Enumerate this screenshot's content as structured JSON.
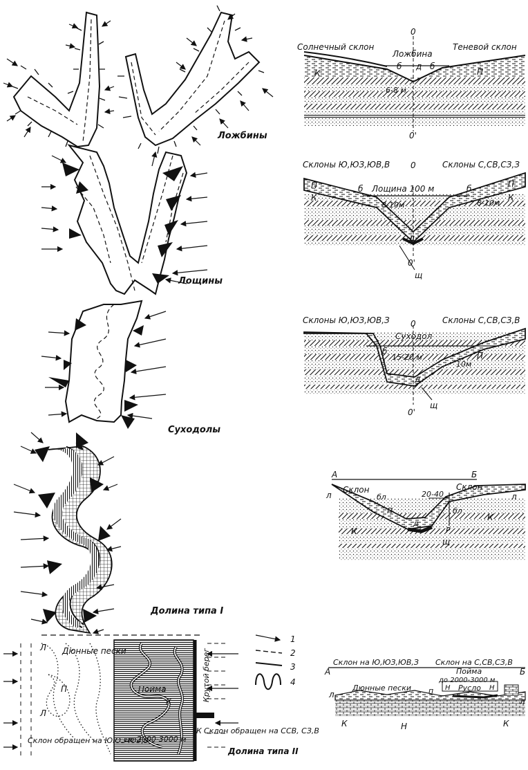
{
  "panel1": {
    "caption": "Ложбины",
    "section": {
      "left_slope": "Солнечный склон",
      "center": "Ложбина",
      "right_slope": "Теневой склон",
      "depth": "6-8 м",
      "axis_top": "0",
      "axis_bottom": "0'",
      "k": "К",
      "p": "П",
      "b1": "б",
      "b2": "б",
      "d": "д"
    }
  },
  "panel2": {
    "caption": "Лощины",
    "section": {
      "left_slopes": "Склоны Ю,ЮЗ,ЮВ,В",
      "right_slopes": "Склоны С,СВ,СЗ,З",
      "center": "Лощина 100 м",
      "depth_left": "8-10м",
      "depth_right": "8-10м",
      "axis_top": "0",
      "axis_bottom": "0'",
      "b1": "б",
      "b2": "б",
      "p1": "П",
      "p2": "П",
      "k1": "К",
      "k2": "К",
      "d": "д",
      "sch": "щ"
    }
  },
  "panel3": {
    "caption": "Суходолы",
    "section": {
      "left_slopes": "Склоны Ю,ЮЗ,ЮВ,З",
      "right_slopes": "Склоны С,СВ,СЗ,В",
      "center": "Суходол",
      "depth_left": "15-20 м",
      "depth_right": "10м",
      "axis_top": "0",
      "axis_bottom": "0'",
      "b": "б",
      "p": "П",
      "d": "д",
      "sch": "щ"
    }
  },
  "panel4": {
    "caption": "Долина типа I",
    "section": {
      "a": "А",
      "b_letter": "Б",
      "slope_left": "Склон",
      "slope_right": "Склон",
      "bl1": "бл",
      "bl2": "бл",
      "depth": "20-40",
      "l1": "л",
      "l2": "л",
      "p": "П",
      "k1": "К",
      "k2": "К",
      "d": "д",
      "r": "Р",
      "sch": "щ"
    }
  },
  "panel5": {
    "caption": "Долина типа II",
    "map": {
      "dune": "Дюнные пески",
      "floodplain": "Пойма",
      "width": "до 2000-3000 м",
      "steep_bank": "Крутой берег",
      "left_slope": "Склон обращен на ЮЮЗ ЮЗ,З",
      "right_slope": "Склон обращен на ССВ, СЗ,В",
      "l1": "Л",
      "l2": "Л",
      "p": "П",
      "k1": "К",
      "k2": "К"
    },
    "legend": [
      "1",
      "2",
      "3",
      "4"
    ],
    "section": {
      "a": "А",
      "b_letter": "Б",
      "left_slope": "Склон на Ю,ЮЗ,ЮВ,З",
      "right_slope": "Склон на С,СВ,СЗ,В",
      "floodplain": "Пойма",
      "width": "до 2000-3000 м",
      "dune": "Дюнные пески",
      "channel": "Русло",
      "l1": "л",
      "l2": "л",
      "p": "п",
      "n1": "Н",
      "n2": "Н",
      "n3": "Н",
      "k1": "К",
      "k2": "К"
    }
  }
}
